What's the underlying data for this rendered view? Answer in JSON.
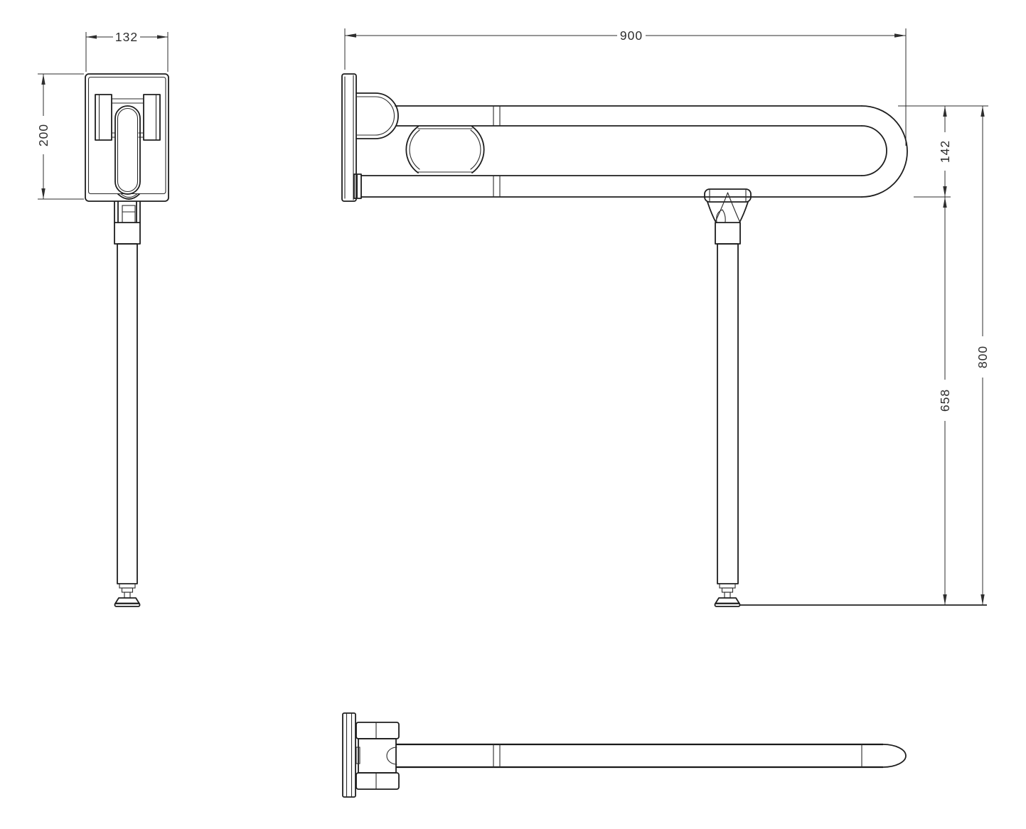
{
  "drawing": {
    "background": "#ffffff",
    "line_color": "#1e1e1e",
    "dimension_color": "#2e2e2e"
  },
  "dimensions": {
    "plate_width": "132",
    "plate_height": "200",
    "overall_length": "900",
    "bar_height": "142",
    "leg_drop": "658",
    "overall_height": "800"
  }
}
